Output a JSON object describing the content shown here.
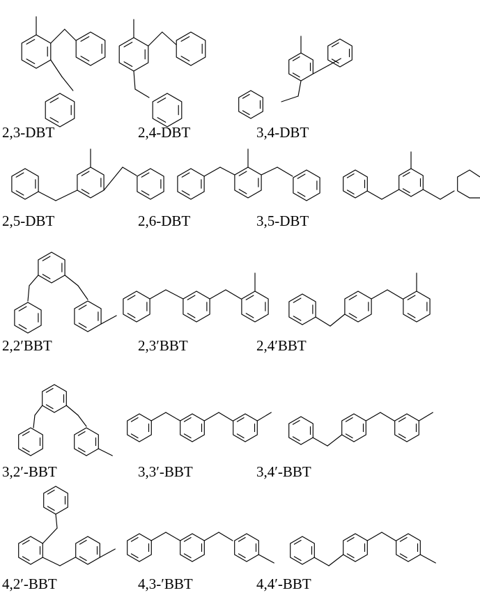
{
  "structures": [
    {
      "id": "s1",
      "label": "2,3-DBT"
    },
    {
      "id": "s2",
      "label": "2,4-DBT"
    },
    {
      "id": "s3",
      "label": "3,4-DBT"
    },
    {
      "id": "s4",
      "label": "2,5-DBT"
    },
    {
      "id": "s5",
      "label": "2,6-DBT"
    },
    {
      "id": "s6",
      "label": "3,5-DBT"
    },
    {
      "id": "s7",
      "label": ""
    },
    {
      "id": "s8",
      "label": "2,2′BBT"
    },
    {
      "id": "s9",
      "label": "2,3′BBT"
    },
    {
      "id": "s10",
      "label": "2,4′BBT"
    },
    {
      "id": "s11",
      "label": "3,2′-BBT"
    },
    {
      "id": "s12",
      "label": "3,3′-BBT"
    },
    {
      "id": "s13",
      "label": "3,4′-BBT"
    },
    {
      "id": "s14",
      "label": "4,2′-BBT"
    },
    {
      "id": "s15",
      "label": "4,3-′BBT"
    },
    {
      "id": "s16",
      "label": "4,4′-BBT"
    }
  ]
}
